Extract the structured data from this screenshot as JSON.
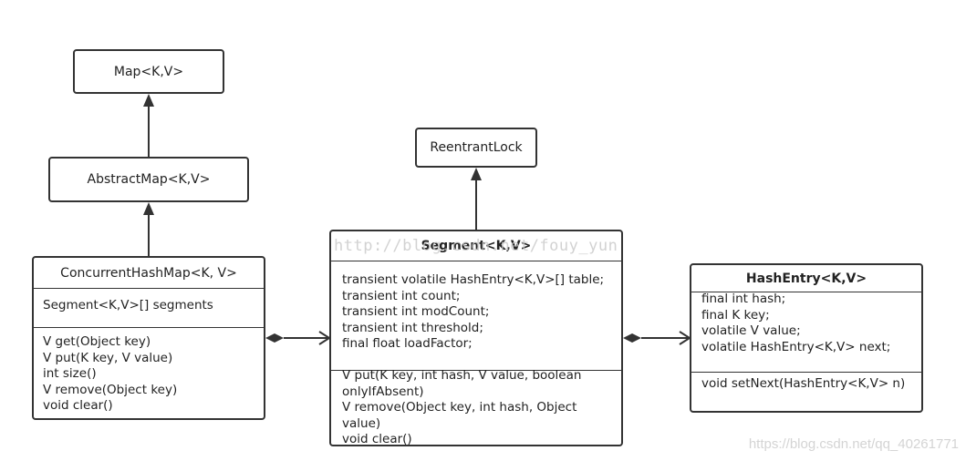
{
  "diagram": {
    "map": {
      "title": "Map<K,V>"
    },
    "abstract_map": {
      "title": "AbstractMap<K,V>"
    },
    "reentrant_lock": {
      "title": "ReentrantLock"
    },
    "concurrent_hash_map": {
      "title": "ConcurrentHashMap<K, V>",
      "fields": [
        "Segment<K,V>[] segments"
      ],
      "methods": [
        "V get(Object key)",
        "V put(K key, V value)",
        "int size()",
        "V remove(Object key)",
        "void clear()"
      ]
    },
    "segment": {
      "title": "Segment<K,V>",
      "fields": [
        "transient volatile HashEntry<K,V>[] table;",
        "transient int count;",
        "transient int modCount;",
        "transient int threshold;",
        "final float loadFactor;"
      ],
      "methods": [
        "V put(K key, int hash, V value, boolean onlyIfAbsent)",
        "V remove(Object key, int hash, Object value)",
        "void clear()"
      ]
    },
    "hash_entry": {
      "title": "HashEntry<K,V>",
      "fields": [
        "final int hash;",
        "final K key;",
        "volatile V value;",
        "volatile HashEntry<K,V> next;"
      ],
      "methods": [
        "void setNext(HashEntry<K,V> n)"
      ]
    }
  },
  "watermarks": {
    "center": "http://blog.csdn.net/fouy_yun",
    "corner": "https://blog.csdn.net/qq_40261771"
  }
}
